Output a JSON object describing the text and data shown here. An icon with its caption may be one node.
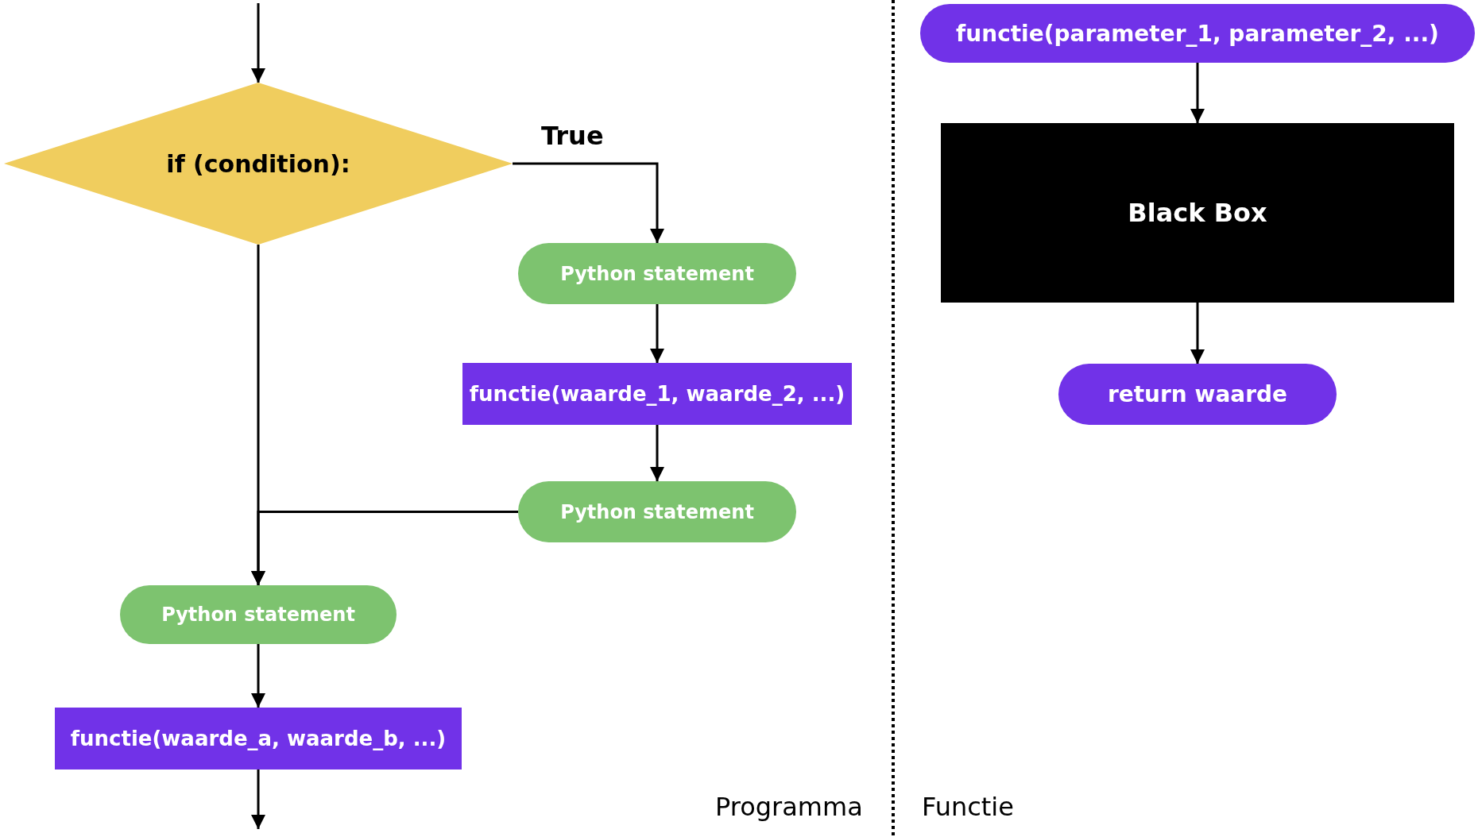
{
  "diagram": {
    "nodes": [
      {
        "text": [
          "if (condition):"
        ]
      },
      {
        "text": [
          "Python statement"
        ]
      },
      {
        "text": [
          "functie(waarde_1, waarde_2, ...)"
        ]
      },
      {
        "text": [
          "Python statement"
        ]
      },
      {
        "text": [
          "Python statement"
        ]
      },
      {
        "text": [
          "functie(waarde_a, waarde_b, ...)"
        ]
      },
      {
        "text": [
          "functie(parameter_1, parameter_2, ...)"
        ]
      },
      {
        "text": [
          "Black Box"
        ]
      },
      {
        "text": [
          "return waarde"
        ]
      }
    ],
    "edges": [
      {
        "from": null,
        "to": 0,
        "arrow": "to"
      },
      {
        "from": 0,
        "to": 1,
        "arrow": "to",
        "label": "True"
      },
      {
        "from": 1,
        "to": 2,
        "arrow": "to"
      },
      {
        "from": 2,
        "to": 3,
        "arrow": "to"
      },
      {
        "from": 3,
        "to": 4,
        "arrow": "to"
      },
      {
        "from": 0,
        "to": 4,
        "arrow": "to"
      },
      {
        "from": 4,
        "to": 5,
        "arrow": "to"
      },
      {
        "from": 5,
        "to": null,
        "arrow": "to"
      },
      {
        "from": 6,
        "to": 7,
        "arrow": "to"
      },
      {
        "from": 7,
        "to": 8,
        "arrow": "to"
      }
    ],
    "labels": [
      "Programma",
      "Functie"
    ]
  }
}
